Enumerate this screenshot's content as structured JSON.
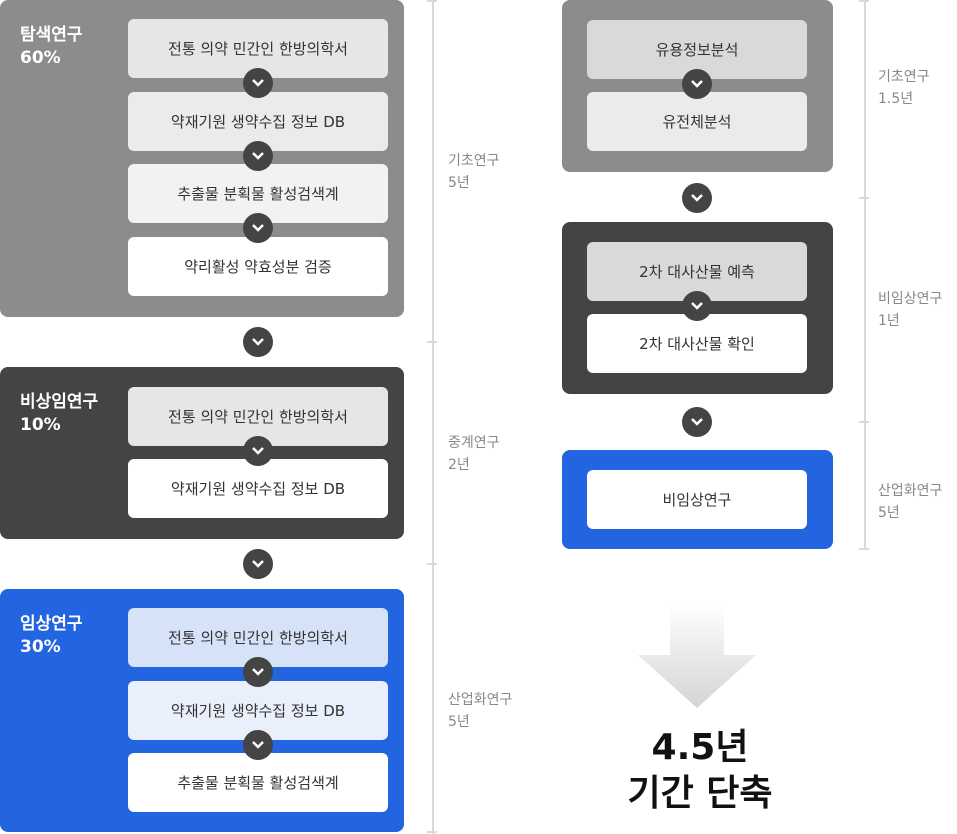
{
  "left": {
    "panels": [
      {
        "id": "explore",
        "title": "탐색연구",
        "pct": "60%",
        "steps": [
          "전통 의약 민간인 한방의학서",
          "약재기원 생약수집 정보 DB",
          "추출물 분획물 활성검색계",
          "약리활성 약효성분 검증"
        ]
      },
      {
        "id": "nonclinical",
        "title": "비상임연구",
        "pct": "10%",
        "steps": [
          "전통 의약 민간인 한방의학서",
          "약재기원 생약수집 정보 DB"
        ]
      },
      {
        "id": "clinical",
        "title": "임상연구",
        "pct": "30%",
        "steps": [
          "전통 의약 민간인 한방의학서",
          "약재기원 생약수집 정보 DB",
          "추출물 분획물 활성검색계"
        ]
      }
    ],
    "timeline": [
      {
        "line1": "기초연구",
        "line2": "5년"
      },
      {
        "line1": "중계연구",
        "line2": "2년"
      },
      {
        "line1": "산업화연구",
        "line2": "5년"
      }
    ]
  },
  "right": {
    "panels": [
      {
        "id": "basic",
        "steps": [
          "유용정보분석",
          "유전체분석"
        ]
      },
      {
        "id": "metabolite",
        "steps": [
          "2차 대사산물 예측",
          "2차 대사산물 확인"
        ]
      },
      {
        "id": "nonclinical",
        "steps": [
          "비임상연구"
        ]
      }
    ],
    "timeline": [
      {
        "line1": "기초연구",
        "line2": "1.5년"
      },
      {
        "line1": "비임상연구",
        "line2": "1년"
      },
      {
        "line1": "산업화연구",
        "line2": "5년"
      }
    ],
    "result": {
      "line1": "4.5년",
      "line2": "기간 단축"
    }
  },
  "colors": {
    "grey_panel": "#8c8c8c",
    "dark_panel": "#444444",
    "blue_panel": "#2364e0",
    "chevron": "#444444"
  }
}
